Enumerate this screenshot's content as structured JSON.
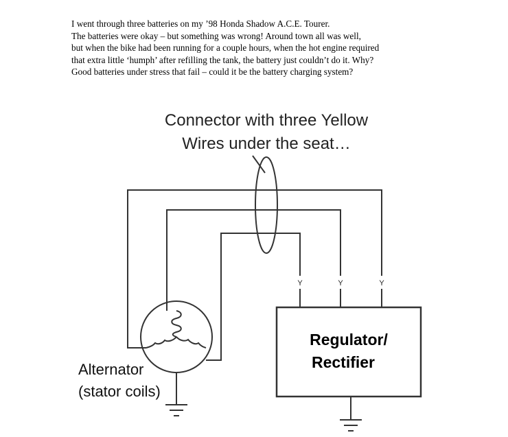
{
  "intro_lines": [
    "I went through three batteries on my ’98 Honda Shadow A.C.E. Tourer.",
    "The batteries were okay – but something was wrong!  Around town all was well,",
    "but when the bike had been running for a couple hours, when the hot engine required",
    "that extra little ‘humph’ after refilling the tank, the battery just couldn’t do it.  Why?",
    "Good batteries under stress that fail – could it be the battery charging system?"
  ],
  "diagram": {
    "connector_label_line1": "Connector with three Yellow",
    "connector_label_line2": "Wires under the seat…",
    "alternator_label_line1": "Alternator",
    "alternator_label_line2": "(stator coils)",
    "regulator_label_line1": "Regulator/",
    "regulator_label_line2": "Rectifier",
    "wire_color_code": "Y"
  }
}
